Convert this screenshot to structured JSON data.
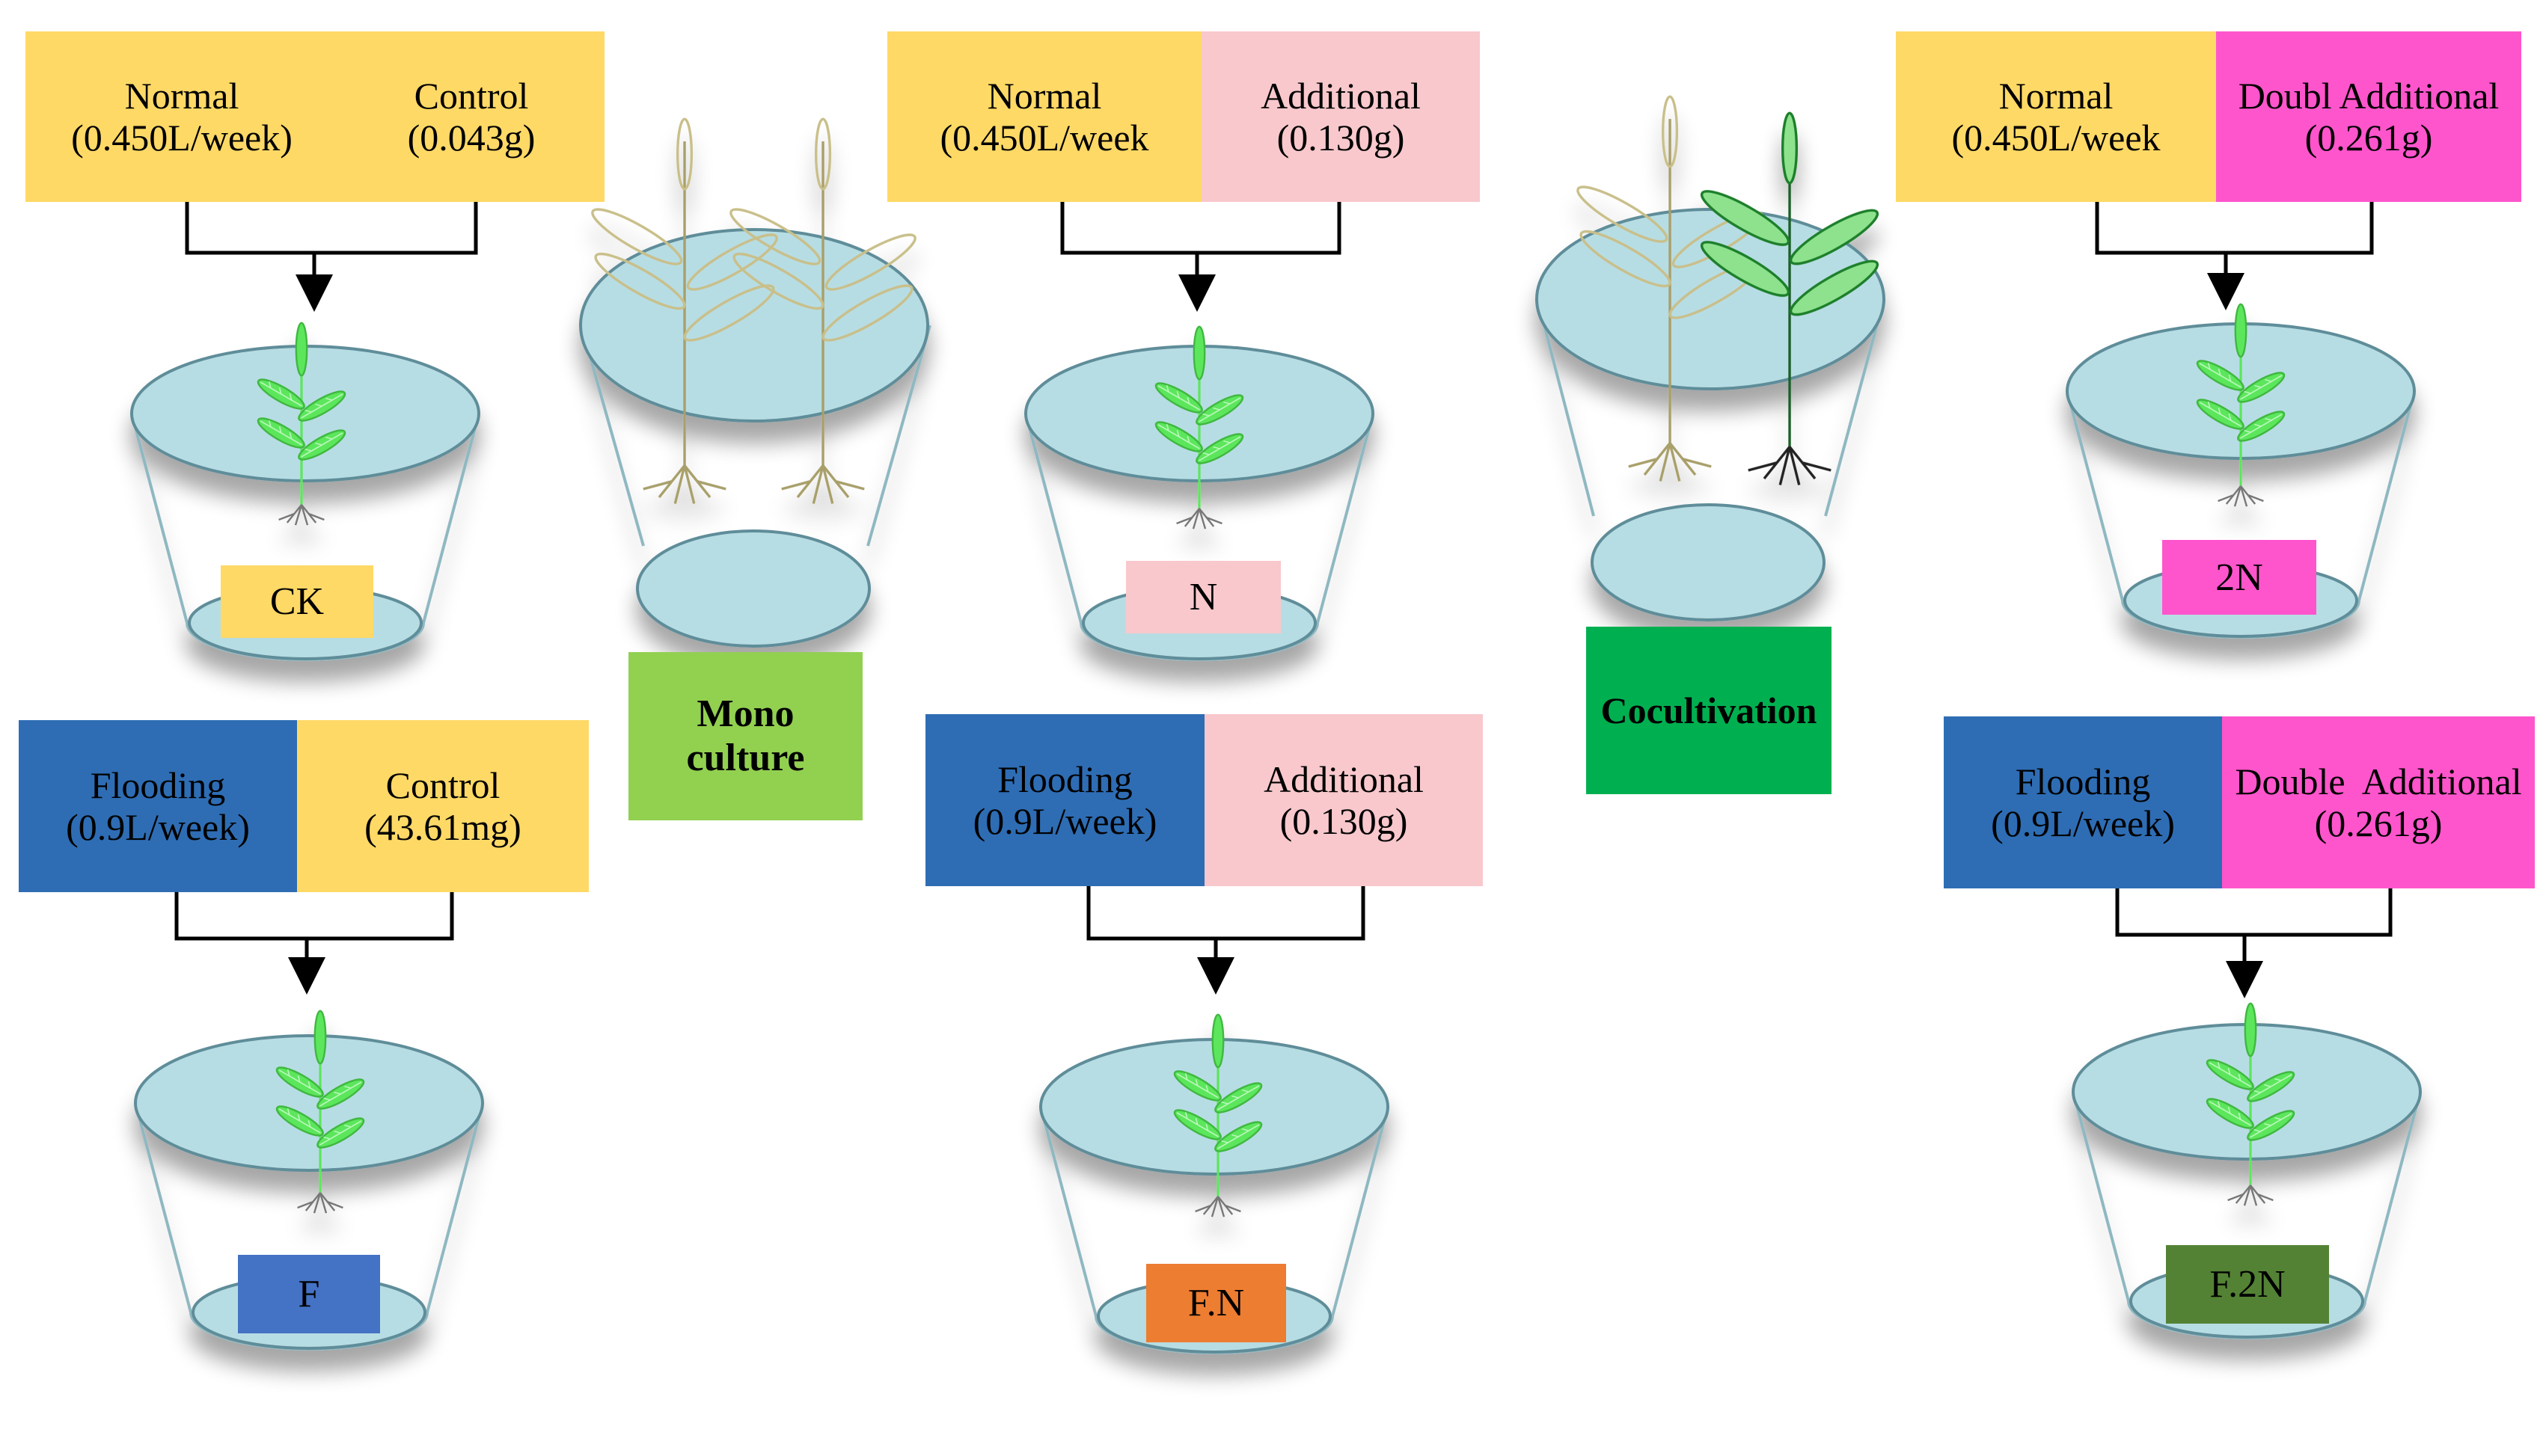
{
  "colors": {
    "yellow": "#FFD966",
    "pink": "#F8C8CC",
    "magenta": "#FF55CC",
    "blue": "#2E6DB4",
    "mono_green": "#92D050",
    "cocult_green": "#00B050",
    "pot_fill": "#B7DDE4",
    "pot_stroke": "#5E8D99",
    "leaf_green": "#5CE65C",
    "wheat": "#C9BF8A",
    "dark_green": "#2E8B3A",
    "ck_label": "#FFD966",
    "n_label": "#F8C8CC",
    "n2_label": "#FF55CC",
    "f_label": "#4472C4",
    "fn_label": "#ED7D31",
    "f2n_label": "#548235"
  },
  "groups": {
    "ck": {
      "left": {
        "text": "Normal\n(0.450L/week)"
      },
      "right": {
        "text": "Control\n(0.043g)"
      },
      "label": "CK"
    },
    "f": {
      "left": {
        "text": "Flooding\n(0.9L/week)"
      },
      "right": {
        "text": "Control\n(43.61mg)"
      },
      "label": "F"
    },
    "n": {
      "left": {
        "text": "Normal\n(0.450L/week"
      },
      "right": {
        "text": "Additional\n(0.130g)"
      },
      "label": "N"
    },
    "fn": {
      "left": {
        "text": "Flooding\n(0.9L/week)"
      },
      "right": {
        "text": "Additional\n(0.130g)"
      },
      "label": "F.N"
    },
    "n2": {
      "left": {
        "text": "Normal\n(0.450L/week"
      },
      "right": {
        "text": "Doubl Additional\n(0.261g)"
      },
      "label": "2N"
    },
    "f2n": {
      "left": {
        "text": "Flooding\n(0.9L/week)"
      },
      "right": {
        "text": "Double  Additional\n(0.261g)"
      },
      "label": "F.2N"
    }
  },
  "mono_label": "Mono\nculture",
  "cocult_label": "Cocultivation"
}
